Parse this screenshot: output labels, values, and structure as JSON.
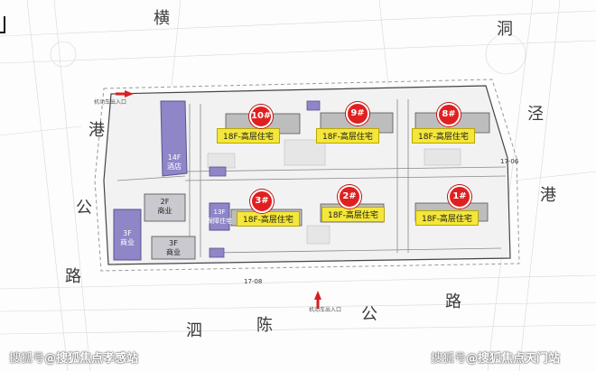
{
  "roads": {
    "west": [
      "横",
      "港",
      "公",
      "路"
    ],
    "east": [
      "洞",
      "泾",
      "港"
    ],
    "south": [
      "泗",
      "陈",
      "公",
      "路"
    ]
  },
  "entrances": {
    "west": "机动车出入口",
    "south": "机动车出入口"
  },
  "codes": {
    "east": "17-06",
    "south": "17-08"
  },
  "towers": [
    {
      "badge": "10#",
      "label": "18F-高层住宅"
    },
    {
      "badge": "9#",
      "label": "18F-高层住宅"
    },
    {
      "badge": "8#",
      "label": "18F-高层住宅"
    },
    {
      "badge": "3#",
      "label": "18F-高层住宅"
    },
    {
      "badge": "2#",
      "label": "18F-高层住宅"
    },
    {
      "badge": "1#",
      "label": "18F-高层住宅"
    }
  ],
  "blocks": {
    "b14f": {
      "floors": "14F",
      "use": "酒店"
    },
    "b2f": {
      "floors": "2F",
      "use": "商业"
    },
    "b3f_left": {
      "floors": "3F",
      "use": "商业"
    },
    "b3f_mid": {
      "floors": "3F",
      "use": "商业"
    },
    "b13f": {
      "floors": "13F",
      "use": "保障住宅"
    }
  },
  "watermark": {
    "left": {
      "prefix": "搜狐号",
      "name": "@搜狐焦点孝感站"
    },
    "right": {
      "prefix": "搜狐号",
      "name": "@搜狐焦点天门站"
    }
  },
  "colors": {
    "tower_yellow": "#f4e63a",
    "badge_red": "#e02020",
    "block_purple": "#8f86c8",
    "block_gray": "#c9c9cf",
    "arrow_red": "#d62020"
  }
}
